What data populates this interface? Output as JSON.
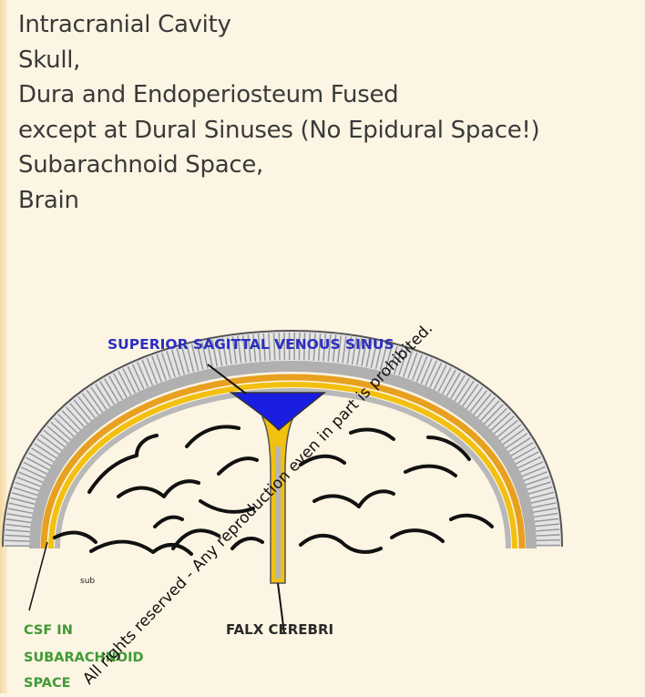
{
  "text_lines": [
    "Intracranial Cavity",
    "Skull,",
    "Dura and Endoperiosteum Fused",
    "except at Dural Sinuses (No Epidural Space!)",
    "Subarachnoid Space,",
    "Brain"
  ],
  "diagram": {
    "label_sinus": "SUPERIOR SAGITTAL VENOUS SINUS",
    "label_falx": "FALX CEREBRI",
    "label_csf_1": "CSF IN",
    "label_csf_2": "SUBARACHNOID",
    "label_csf_3": "SPACE",
    "small_label": "sub",
    "colors": {
      "sinus": "#1a1ee0",
      "dura": "#f2c010",
      "csf_layer": "#e8a020",
      "skull": "#b0b0b0",
      "sulci": "#111111"
    }
  },
  "watermark": {
    "line": "All rights reserved - Any reproduction even in part is prohibited."
  }
}
